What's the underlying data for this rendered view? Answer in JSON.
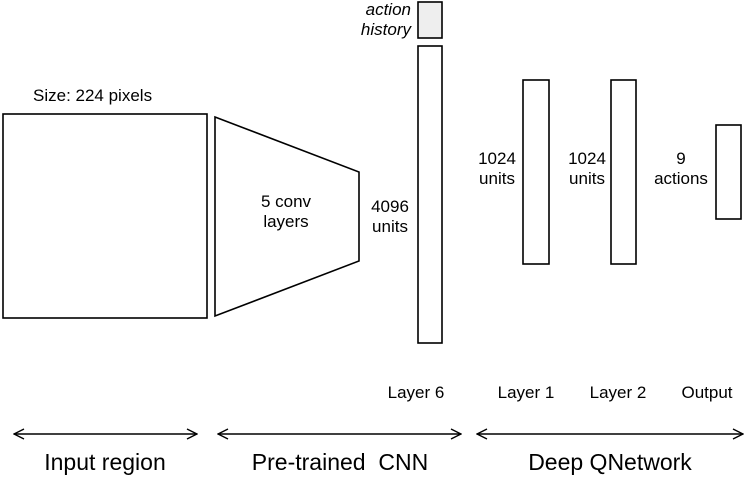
{
  "input": {
    "size_label": "Size: 224 pixels"
  },
  "cnn": {
    "conv_label_line1": "5 conv",
    "conv_label_line2": "layers",
    "layer6_units_line1": "4096",
    "layer6_units_line2": "units",
    "action_history_line1": "action",
    "action_history_line2": "history"
  },
  "qnetwork": {
    "layer1_units_line1": "1024",
    "layer1_units_line2": "units",
    "layer2_units_line1": "1024",
    "layer2_units_line2": "units",
    "output_units_line1": "9",
    "output_units_line2": "actions"
  },
  "layer_labels": {
    "layer6": "Layer 6",
    "layer1": "Layer 1",
    "layer2": "Layer 2",
    "output": "Output"
  },
  "sections": {
    "input_region": "Input region",
    "pretrained_cnn": "Pre-trained  CNN",
    "deep_qnetwork": "Deep QNetwork"
  },
  "colors": {
    "stroke": "#000000",
    "action_history_fill": "#eeeeee",
    "background": "#ffffff"
  }
}
